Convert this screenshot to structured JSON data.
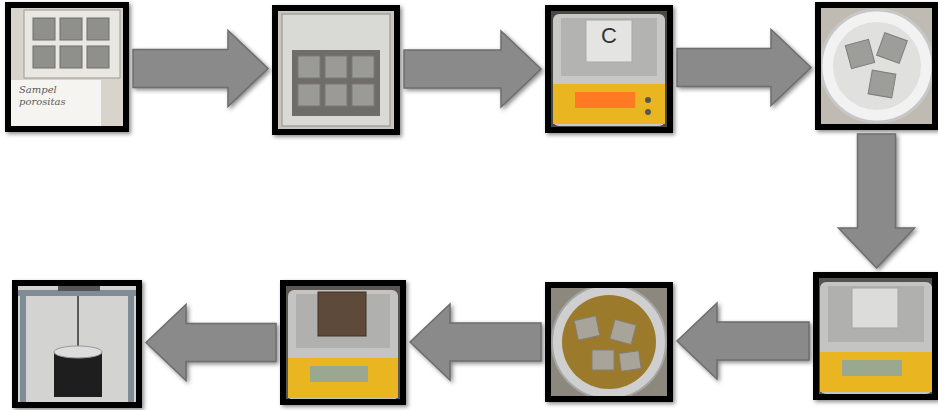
{
  "diagram": {
    "nodes": [
      {
        "text": [
          "Sampel porositas"
        ]
      },
      {
        "text": []
      },
      {
        "text": [
          "C"
        ]
      },
      {
        "text": []
      },
      {
        "text": []
      },
      {
        "text": []
      },
      {
        "text": []
      },
      {
        "text": []
      }
    ],
    "edges": [
      {
        "from": 0,
        "to": 1,
        "arrow": "to"
      },
      {
        "from": 1,
        "to": 2,
        "arrow": "to"
      },
      {
        "from": 2,
        "to": 3,
        "arrow": "to"
      },
      {
        "from": 3,
        "to": 4,
        "arrow": "to"
      },
      {
        "from": 4,
        "to": 5,
        "arrow": "to"
      },
      {
        "from": 5,
        "to": 6,
        "arrow": "to"
      },
      {
        "from": 6,
        "to": 7,
        "arrow": "to"
      }
    ]
  }
}
